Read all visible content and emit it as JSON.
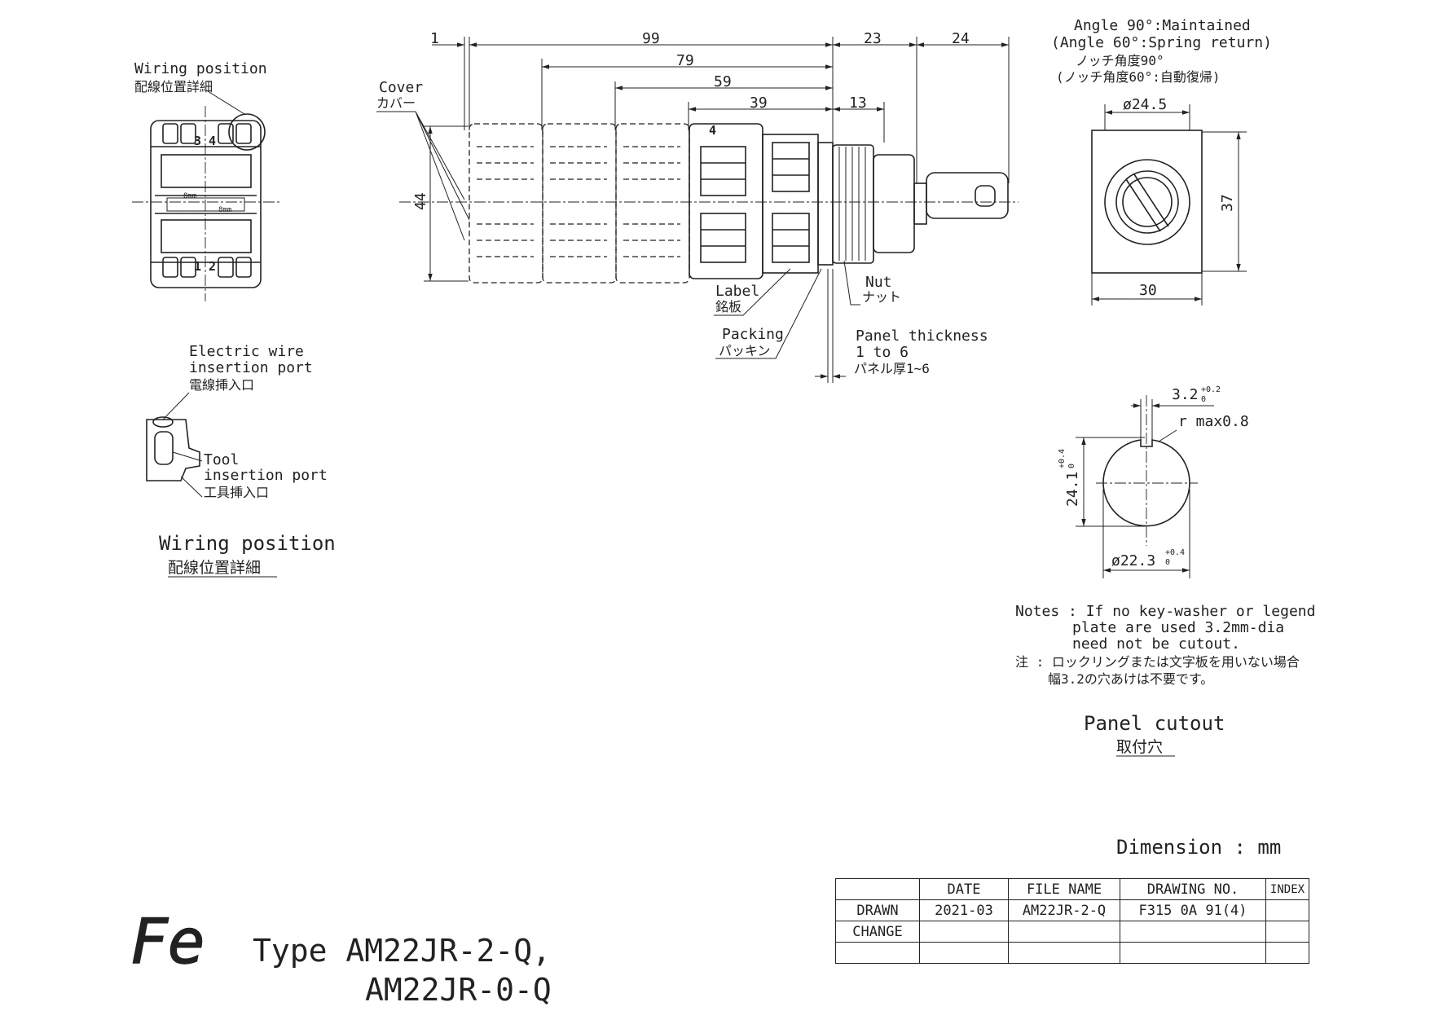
{
  "side_view": {
    "title_en": "Wiring position",
    "title_ja": "配線位置詳細",
    "terminal_top": "3 4",
    "terminal_bottom": "1 2",
    "strip_label_left": "8mm",
    "strip_label_right": "8mm"
  },
  "wire_detail": {
    "label_electric_1": "Electric wire",
    "label_electric_2": "insertion port",
    "label_electric_ja": "電線挿入口",
    "label_tool_1": "Tool",
    "label_tool_2": "insertion port",
    "label_tool_ja": "工具挿入口",
    "caption_en": "Wiring position",
    "caption_ja": "配線位置詳細"
  },
  "front_view": {
    "dim_1": "1",
    "dim_99": "99",
    "dim_79": "79",
    "dim_59": "59",
    "dim_39": "39",
    "dim_23": "23",
    "dim_24": "24",
    "dim_13": "13",
    "dim_44": "44",
    "module_number": "4",
    "cover_en": "Cover",
    "cover_ja": "カバー",
    "label_en": "Label",
    "label_ja": "銘板",
    "packing_en": "Packing",
    "packing_ja": "パッキン",
    "nut_en": "Nut",
    "nut_ja": "ナット",
    "panel_en_1": "Panel thickness",
    "panel_en_2": "1 to 6",
    "panel_ja": "パネル厚1~6"
  },
  "top_view": {
    "angle_1": "Angle 90°:Maintained",
    "angle_2": "(Angle 60°:Spring return)",
    "angle_ja_1": "ノッチ角度90°",
    "angle_ja_2": "(ノッチ角度60°:自動復帰)",
    "dim_diameter": "ø24.5",
    "dim_37": "37",
    "dim_30": "30"
  },
  "cutout": {
    "dim_slot": "3.2",
    "dim_slot_tol": "+0.2",
    "dim_slot_tol_low": "0",
    "dim_radius": "r max0.8",
    "dim_height": "24.1",
    "dim_height_tol": "+0.4",
    "dim_height_tol_low": "0",
    "dim_diameter": "ø22.3",
    "dim_diameter_tol": "+0.4",
    "dim_diameter_tol_low": "0",
    "notes_1": "Notes : If no key-washer or legend",
    "notes_2": "plate are used 3.2mm-dia",
    "notes_3": "need not be cutout.",
    "notes_ja_1": "注 : ロックリングまたは文字板を用いない場合",
    "notes_ja_2": "幅3.2の穴あけは不要です。",
    "caption_en": "Panel cutout",
    "caption_ja": "取付穴"
  },
  "dimension_unit": "Dimension : mm",
  "title_block": {
    "header": [
      "",
      "DATE",
      "FILE NAME",
      "DRAWING NO.",
      "INDEX"
    ],
    "rows": [
      [
        "DRAWN",
        "2021-03",
        "AM22JR-2-Q",
        "F315 0A 91(4)",
        ""
      ],
      [
        "CHANGE",
        "",
        "",
        "",
        ""
      ],
      [
        "",
        "",
        "",
        "",
        ""
      ]
    ]
  },
  "logo_text": "Fe",
  "type_line_1": "Type  AM22JR-2-Q,",
  "type_line_2": "AM22JR-0-Q"
}
